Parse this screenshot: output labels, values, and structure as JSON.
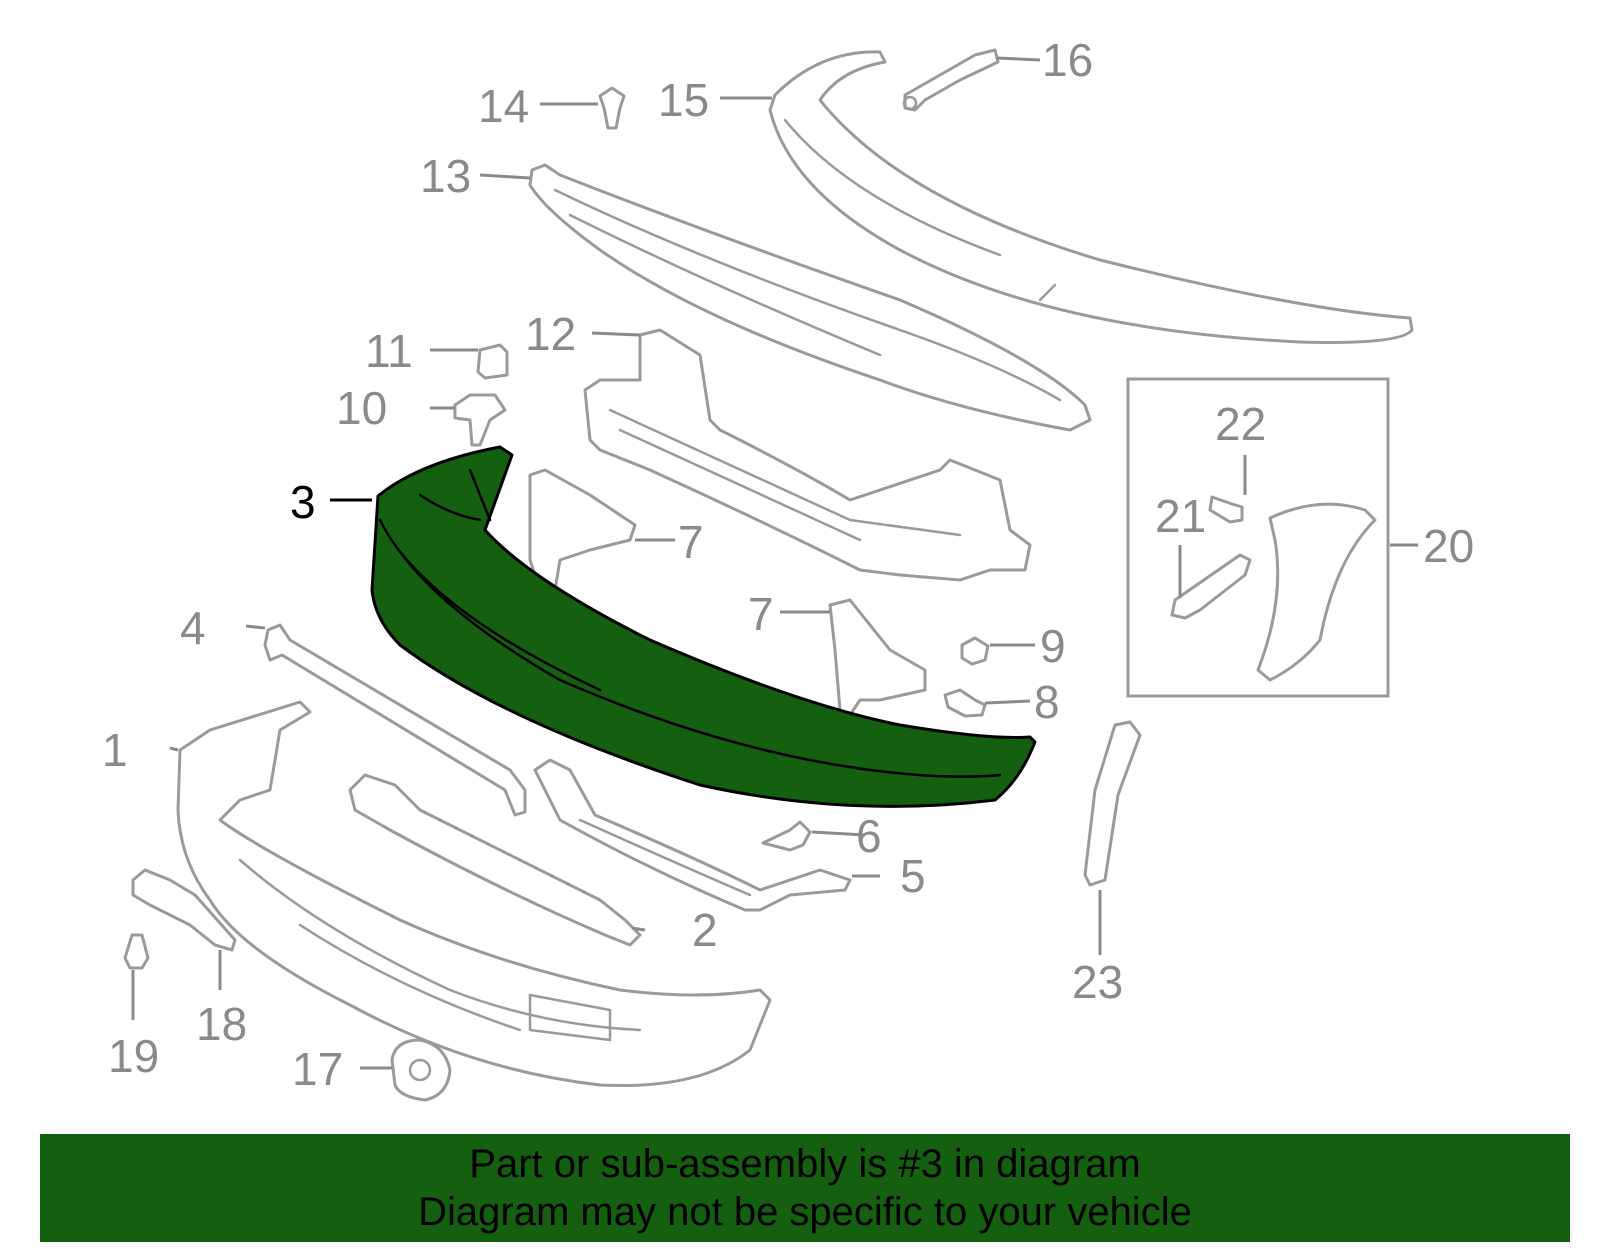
{
  "diagram": {
    "selected_part": "3",
    "labels": [
      {
        "id": "1",
        "text": "1"
      },
      {
        "id": "2",
        "text": "2"
      },
      {
        "id": "3",
        "text": "3"
      },
      {
        "id": "4",
        "text": "4"
      },
      {
        "id": "5",
        "text": "5"
      },
      {
        "id": "6",
        "text": "6"
      },
      {
        "id": "7a",
        "text": "7"
      },
      {
        "id": "7b",
        "text": "7"
      },
      {
        "id": "8",
        "text": "8"
      },
      {
        "id": "9",
        "text": "9"
      },
      {
        "id": "10",
        "text": "10"
      },
      {
        "id": "11",
        "text": "11"
      },
      {
        "id": "12",
        "text": "12"
      },
      {
        "id": "13",
        "text": "13"
      },
      {
        "id": "14",
        "text": "14"
      },
      {
        "id": "15",
        "text": "15"
      },
      {
        "id": "16",
        "text": "16"
      },
      {
        "id": "17",
        "text": "17"
      },
      {
        "id": "18",
        "text": "18"
      },
      {
        "id": "19",
        "text": "19"
      },
      {
        "id": "20",
        "text": "20"
      },
      {
        "id": "21",
        "text": "21"
      },
      {
        "id": "22",
        "text": "22"
      },
      {
        "id": "23",
        "text": "23"
      }
    ],
    "colors": {
      "highlight": "#146010",
      "parts_outline": "#9a9a9a",
      "label_text": "#8a8a8a",
      "selected_label": "#000000"
    }
  },
  "banner": {
    "line1": "Part or sub-assembly is #3 in diagram",
    "line2": "Diagram may not be specific to your vehicle"
  }
}
